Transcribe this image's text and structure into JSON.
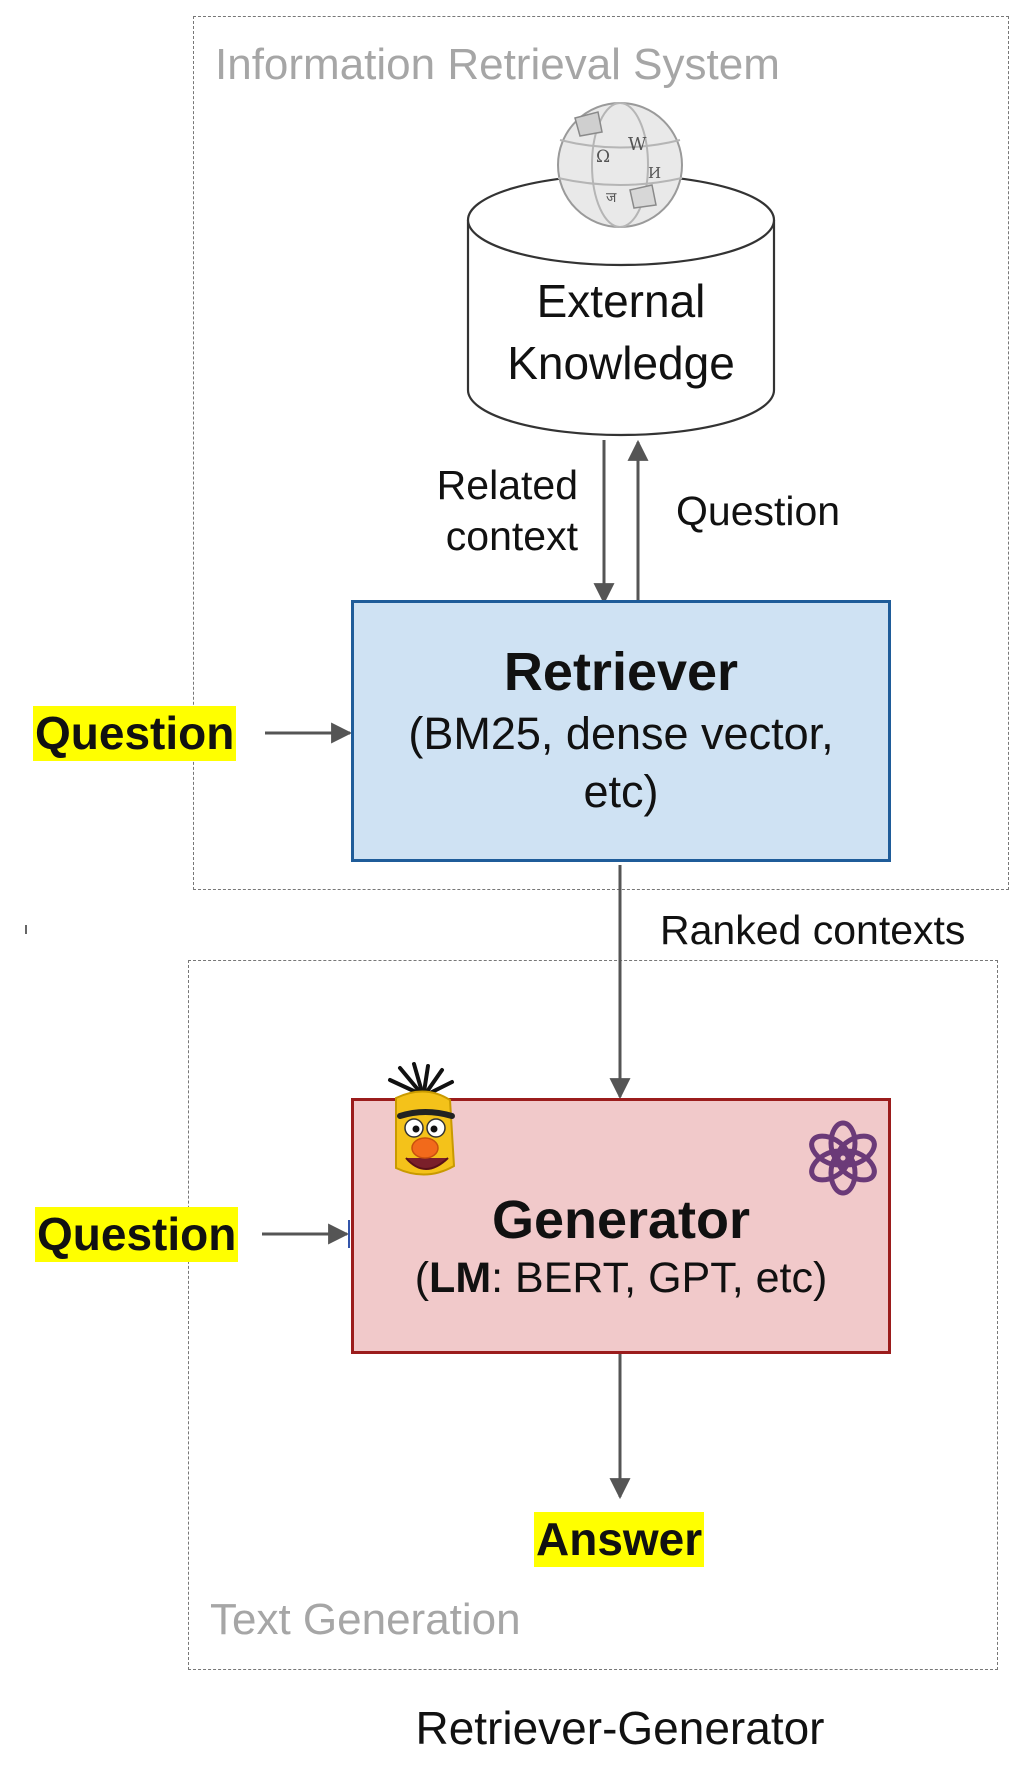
{
  "groups": {
    "ir_system": "Information Retrieval System",
    "text_generation": "Text Generation"
  },
  "database": {
    "line1": "External",
    "line2": "Knowledge",
    "globe_icon": "wikipedia-globe-icon"
  },
  "edges": {
    "related_context_line1": "Related",
    "related_context_line2": "context",
    "question_up": "Question",
    "ranked_contexts": "Ranked contexts"
  },
  "retriever": {
    "title": "Retriever",
    "subtitle_line1": "(BM25, dense vector,",
    "subtitle_line2": "etc)"
  },
  "generator": {
    "title": "Generator",
    "open_paren": "(",
    "lm_bold": "LM",
    "rest": ": BERT, GPT, etc)",
    "mascot_icon": "bert-muppet-icon",
    "openai_icon": "openai-logo-icon"
  },
  "inputs": {
    "question_retriever": "Question",
    "question_generator": "Question"
  },
  "output": {
    "answer": "Answer"
  },
  "caption": "Retriever-Generator",
  "colors": {
    "retriever_fill": "#cfe2f3",
    "retriever_border": "#1f5c99",
    "generator_fill": "#f1c9ca",
    "generator_border": "#9b1c1c",
    "highlight": "#ffff00",
    "arrow": "#555555",
    "openai_purple": "#6b3a78"
  }
}
